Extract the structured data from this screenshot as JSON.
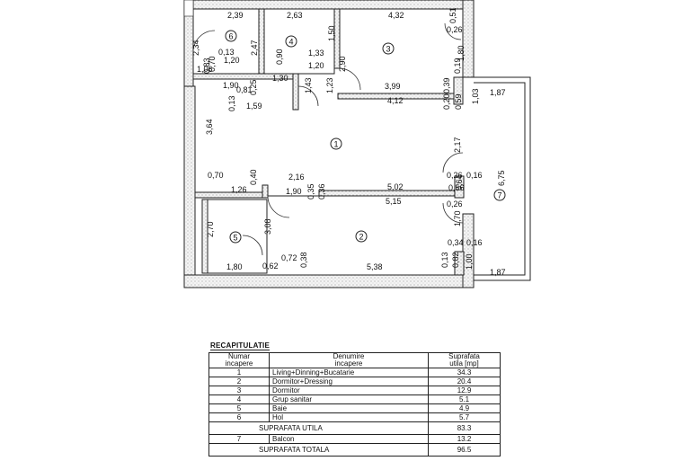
{
  "plan": {
    "rooms": [
      {
        "no": "1"
      },
      {
        "no": "2"
      },
      {
        "no": "3"
      },
      {
        "no": "4"
      },
      {
        "no": "5"
      },
      {
        "no": "6"
      },
      {
        "no": "7"
      }
    ],
    "dims": [
      "2,39",
      "2,63",
      "4,32",
      "0,51",
      "0,26",
      "2,34",
      "0,13",
      "0,70",
      "1,20",
      "0,83",
      "1,06",
      "2,47",
      "0,90",
      "1,33",
      "1,20",
      "1,50",
      "2,90",
      "1,80",
      "1,30",
      "1,43",
      "1,23",
      "0,19",
      "0,39",
      "0,20",
      "0,59",
      "1,03",
      "1,87",
      "1,90",
      "0,81",
      "0,25",
      "0,13",
      "1,59",
      "3,99",
      "4,12",
      "3,64",
      "2,17",
      "6,75",
      "0,70",
      "0,40",
      "2,16",
      "0,26",
      "0,16",
      "1,26",
      "1,90",
      "0,35",
      "0,36",
      "5,02",
      "0,56",
      "0,64",
      "5,15",
      "0,26",
      "3,08",
      "2,70",
      "1,70",
      "0,34",
      "0,16",
      "0,13",
      "0,82",
      "1,00",
      "0,72",
      "0,38",
      "1,80",
      "0,62",
      "5,38",
      "1,87"
    ]
  },
  "recap": {
    "title": "RECAPITULATIE",
    "headers": {
      "num_line1": "Numar",
      "num_line2": "incapere",
      "name_line1": "Denumire",
      "name_line2": "incapere",
      "area_line1": "Suprafata",
      "area_line2": "utila [mp]"
    },
    "rows": [
      {
        "num": "1",
        "name": "Living+Dinning+Bucatarie",
        "area": "34.3"
      },
      {
        "num": "2",
        "name": "Dormitor+Dressing",
        "area": "20.4"
      },
      {
        "num": "3",
        "name": "Dormitor",
        "area": "12.9"
      },
      {
        "num": "4",
        "name": "Grup sanitar",
        "area": "5.1"
      },
      {
        "num": "5",
        "name": "Baie",
        "area": "4.9"
      },
      {
        "num": "6",
        "name": "Hol",
        "area": "5.7"
      }
    ],
    "useful_label": "SUPRAFATA UTILA",
    "useful_value": "83.3",
    "balcony": {
      "num": "7",
      "name": "Balcon",
      "area": "13.2"
    },
    "total_label": "SUPRAFATA TOTALA",
    "total_value": "96.5"
  }
}
